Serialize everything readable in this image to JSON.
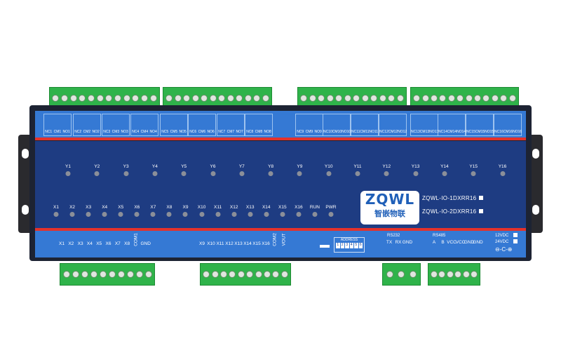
{
  "product": {
    "brand": "ZQWL",
    "brand_cn": "智嵌物联",
    "models": [
      "ZQWL-IO-1DXRR16",
      "ZQWL-IO-2DXRR16"
    ]
  },
  "relay_terminals": [
    "NC1",
    "CM1",
    "NO1",
    "NC2",
    "CM2",
    "NO2",
    "NC3",
    "CM3",
    "NO3",
    "NC4",
    "CM4",
    "NO4",
    "NC5",
    "CM5",
    "NO5",
    "NC6",
    "CM6",
    "NO6",
    "NC7",
    "CM7",
    "NO7",
    "NC8",
    "CM8",
    "NO8",
    "NC9",
    "CM9",
    "NO9",
    "NC10",
    "CM10",
    "NO10",
    "NC11",
    "CM11",
    "NO11",
    "NC12",
    "CM12",
    "NO12",
    "NC13",
    "CM13",
    "NO13",
    "NC14",
    "CM14",
    "NO14",
    "NC15",
    "CM15",
    "NO15",
    "NC16",
    "CM16",
    "NO16"
  ],
  "output_leds": [
    "Y1",
    "Y2",
    "Y3",
    "Y4",
    "Y5",
    "Y6",
    "Y7",
    "Y8",
    "Y9",
    "Y10",
    "Y11",
    "Y12",
    "Y13",
    "Y14",
    "Y15",
    "Y16"
  ],
  "input_leds": [
    "X1",
    "X2",
    "X3",
    "X4",
    "X5",
    "X6",
    "X7",
    "X8",
    "X9",
    "X10",
    "X11",
    "X12",
    "X13",
    "X14",
    "X15",
    "X16",
    "RUN",
    "PWR"
  ],
  "input_terminals_a": [
    "X1",
    "X2",
    "X3",
    "X4",
    "X5",
    "X6",
    "X7",
    "X8",
    "COM1",
    "GND"
  ],
  "input_terminals_b": [
    "X9",
    "X10",
    "X11",
    "X12",
    "X13",
    "X14",
    "X15",
    "X16",
    "COM2",
    "VOUT"
  ],
  "address": {
    "label": "ADDRESS",
    "switches": [
      "1",
      "2",
      "3",
      "4",
      "5",
      "6"
    ]
  },
  "rs232": {
    "label": "RS232",
    "pins": [
      "TX",
      "RX",
      "GND"
    ]
  },
  "rs485": {
    "label": "RS485",
    "pins": [
      "A",
      "B",
      "VCC",
      "VCC",
      "GND",
      "GND"
    ]
  },
  "power": {
    "v12": "12VDC",
    "v24": "24VDC",
    "polarity": "⊖-C-⊕"
  }
}
